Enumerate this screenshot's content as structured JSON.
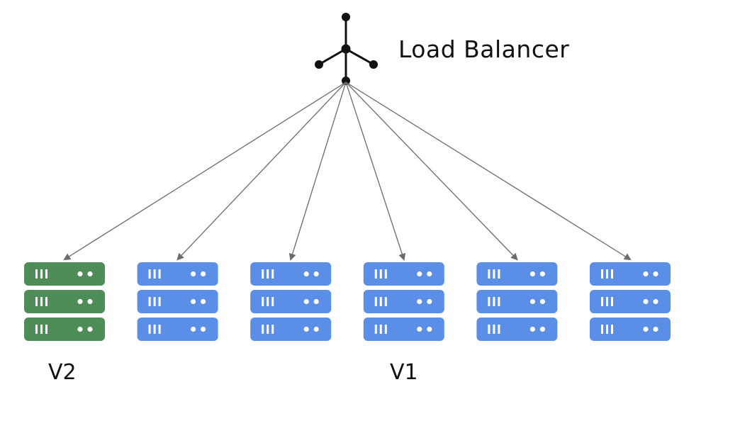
{
  "load_balancer": {
    "label": "Load Balancer",
    "icon": "load-balancer-icon"
  },
  "servers": [
    {
      "group": "V2",
      "color": "#4e8c58",
      "icon": "server-rack-icon"
    },
    {
      "group": "V1",
      "color": "#5b8ee6",
      "icon": "server-rack-icon"
    },
    {
      "group": "V1",
      "color": "#5b8ee6",
      "icon": "server-rack-icon"
    },
    {
      "group": "V1",
      "color": "#5b8ee6",
      "icon": "server-rack-icon"
    },
    {
      "group": "V1",
      "color": "#5b8ee6",
      "icon": "server-rack-icon"
    },
    {
      "group": "V1",
      "color": "#5b8ee6",
      "icon": "server-rack-icon"
    }
  ],
  "groups": {
    "v2_label": "V2",
    "v1_label": "V1"
  },
  "colors": {
    "arrow": "#6b6b6b",
    "node": "#111111",
    "v2": "#4e8c58",
    "v1": "#5b8ee6"
  }
}
